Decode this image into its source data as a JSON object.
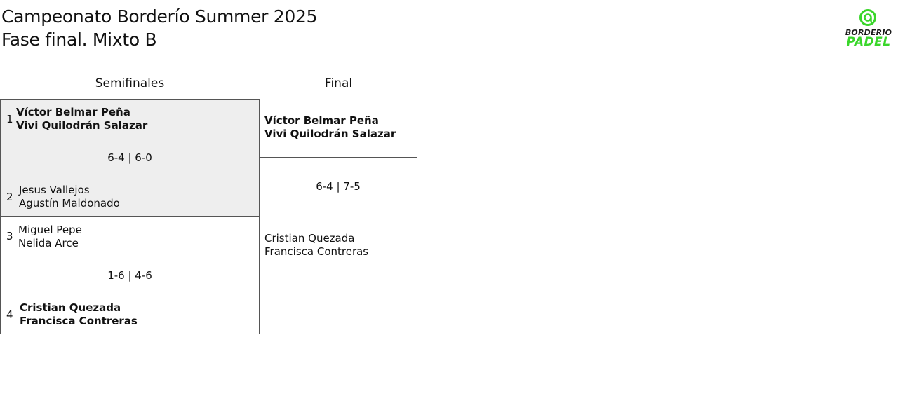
{
  "header": {
    "title_line1": "Campeonato Borderío Summer 2025",
    "title_line2": "Fase final. Mixto B",
    "logo_top": "BORDERIO",
    "logo_bottom": "PADEL",
    "logo_icon": "padel-ball-icon",
    "logo_color": "#39d62a"
  },
  "rounds": {
    "semifinals": "Semifinales",
    "final": "Final"
  },
  "semifinal_1": {
    "background": "#eeeeee",
    "team_a": {
      "seed": "1",
      "player1": "Víctor Belmar Peña",
      "player2": "Vivi Quilodrán Salazar",
      "winner": true
    },
    "score": "6-4 | 6-0",
    "team_b": {
      "seed": "2",
      "player1": "Jesus Vallejos",
      "player2": "Agustín Maldonado",
      "winner": false
    }
  },
  "semifinal_2": {
    "background": "#ffffff",
    "team_a": {
      "seed": "3",
      "player1": "Miguel Pepe",
      "player2": "Nelida Arce",
      "winner": false
    },
    "score": "1-6 | 4-6",
    "team_b": {
      "seed": "4",
      "player1": "Cristian Quezada",
      "player2": "Francisca Contreras",
      "winner": true
    }
  },
  "final": {
    "team_a": {
      "player1": "Víctor Belmar Peña",
      "player2": "Vivi Quilodrán Salazar",
      "winner": true
    },
    "score": "6-4 | 7-5",
    "team_b": {
      "player1": "Cristian Quezada",
      "player2": "Francisca Contreras",
      "winner": false
    }
  }
}
